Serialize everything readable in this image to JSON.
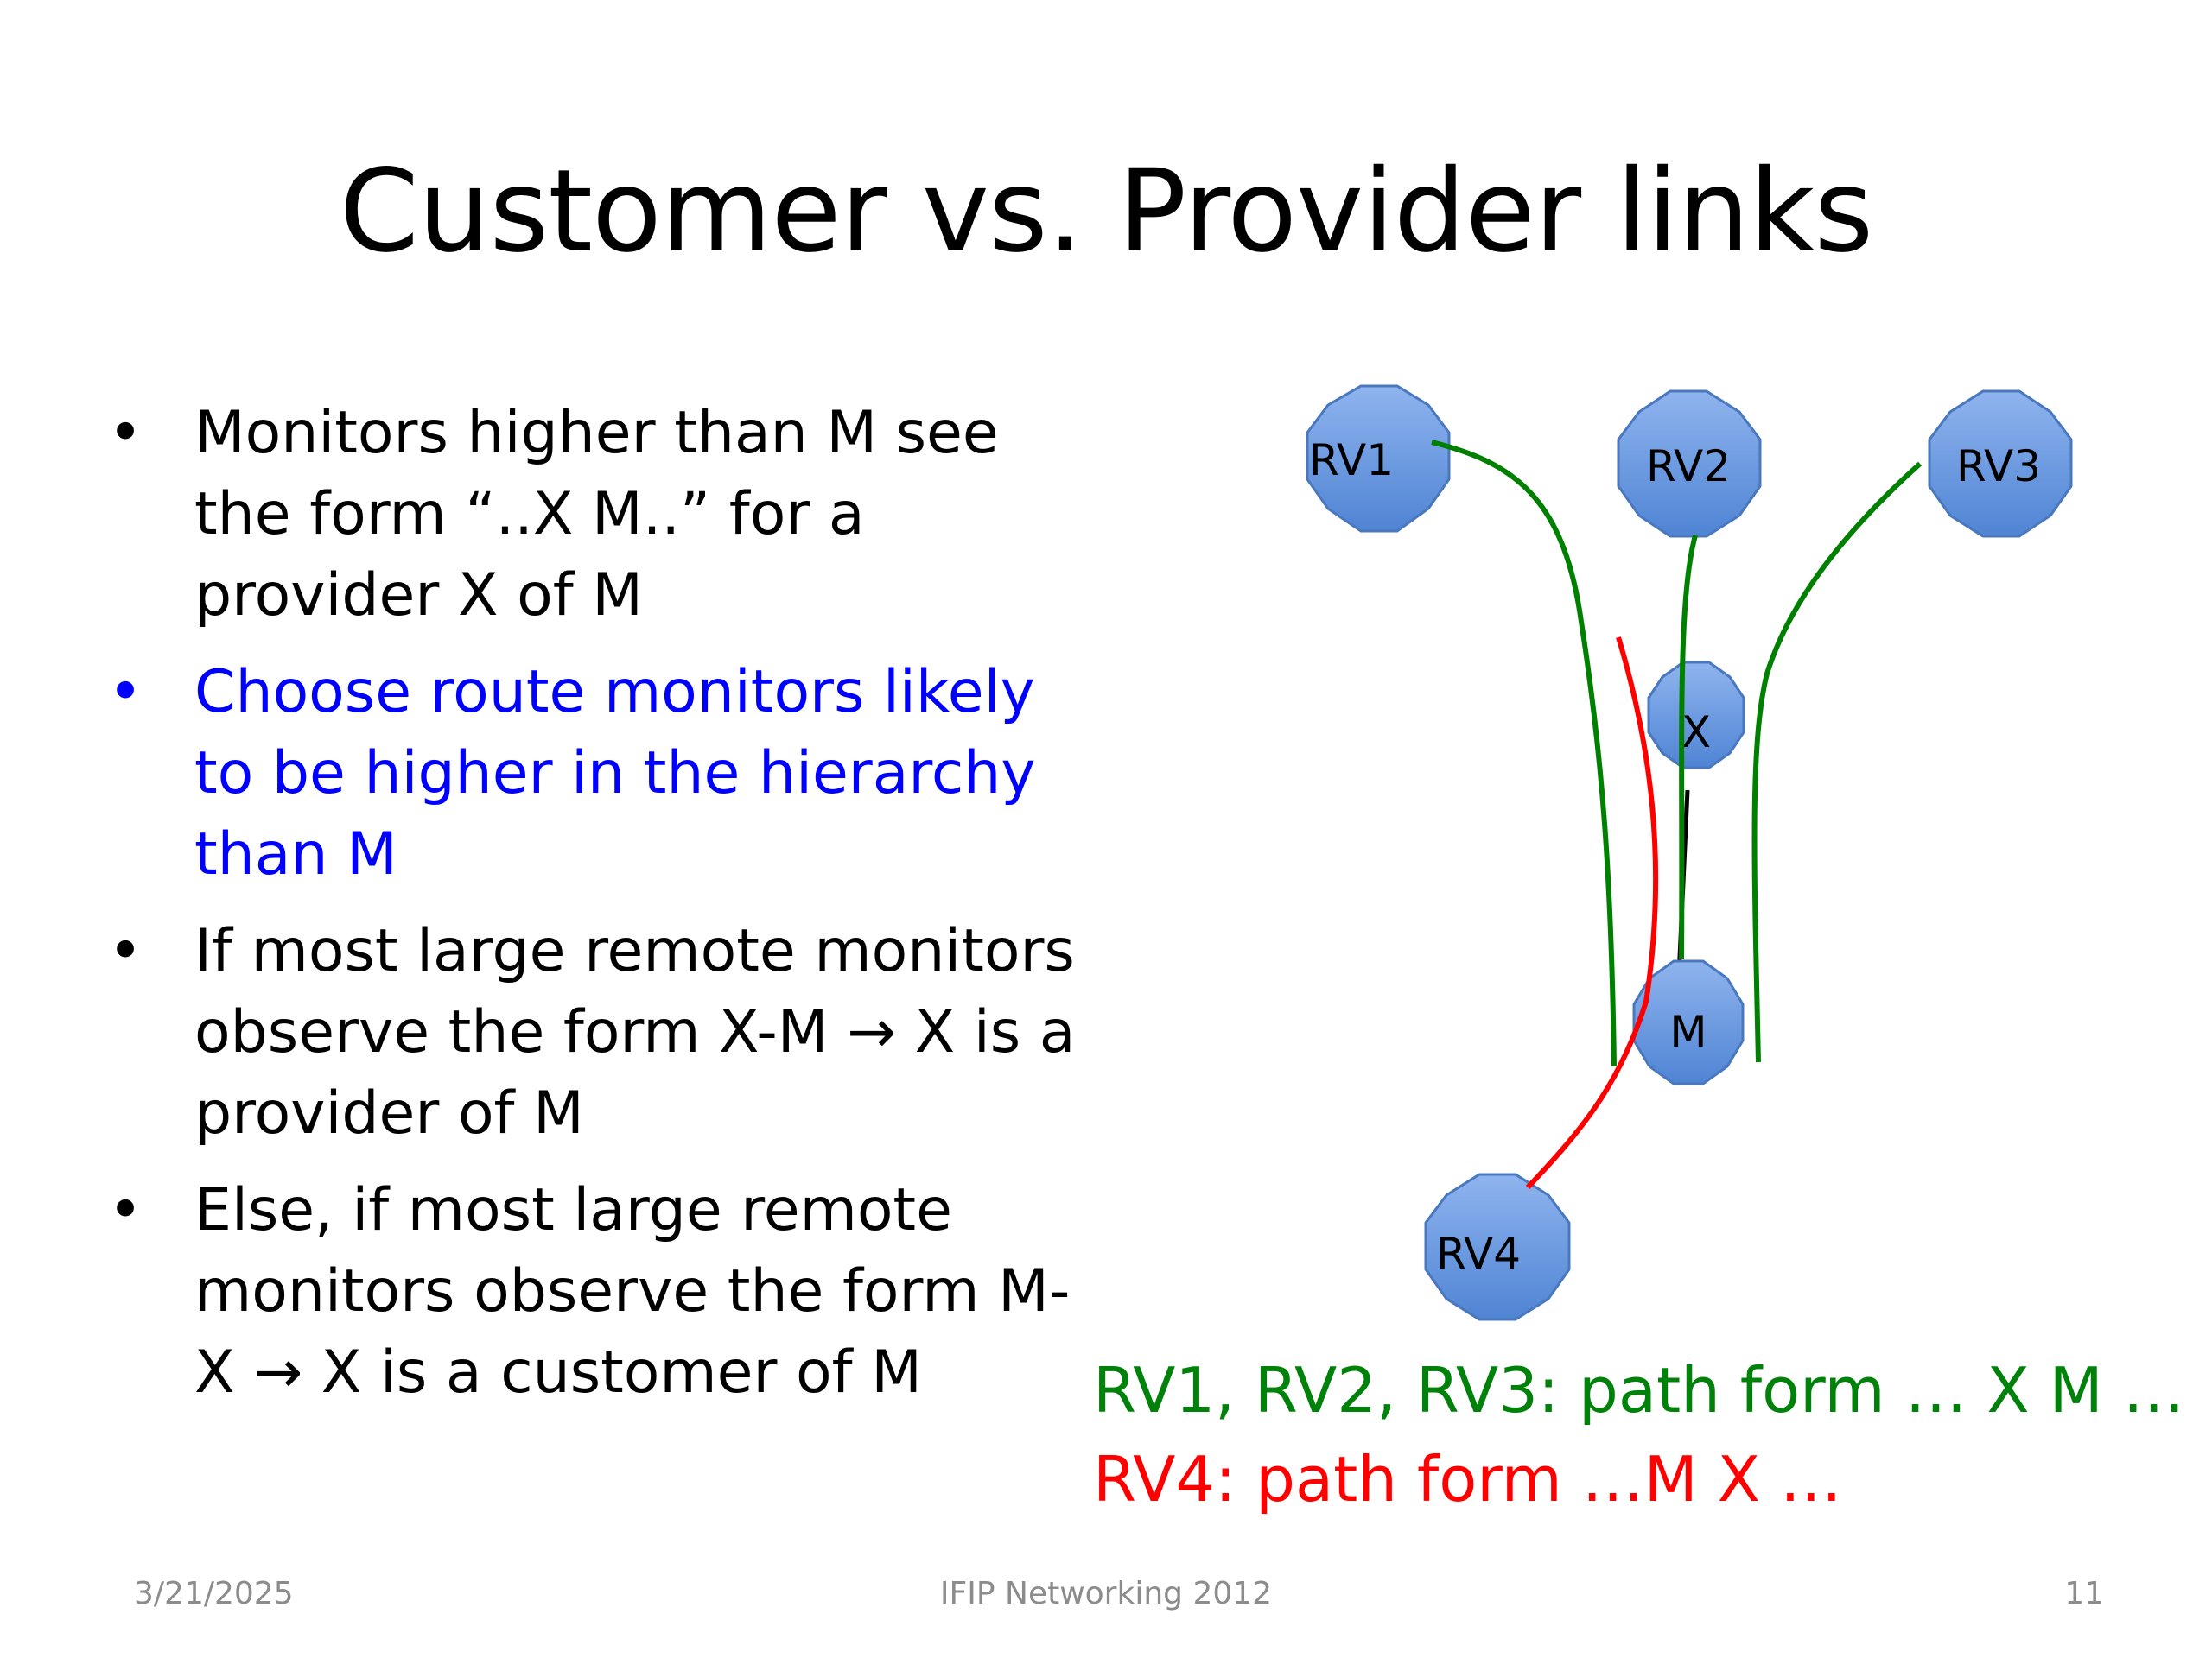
{
  "slide": {
    "title": "Customer vs. Provider links",
    "bullets": [
      {
        "text": "Monitors higher than M see the form “..X M..” for a provider X of M",
        "color": "#000000"
      },
      {
        "text": "Choose route monitors likely to be higher in the hierarchy than M",
        "color": "#0000ff"
      },
      {
        "text": "If most large remote monitors observe the form X-M → X is a provider of M",
        "color": "#000000"
      },
      {
        "text": "Else, if most large remote monitors observe the form M-X → X is a customer of M",
        "color": "#000000"
      }
    ],
    "bullet_symbol": "•"
  },
  "diagram": {
    "nodes": [
      {
        "id": "RV1",
        "label": "RV1"
      },
      {
        "id": "RV2",
        "label": "RV2"
      },
      {
        "id": "RV3",
        "label": "RV3"
      },
      {
        "id": "X",
        "label": "X"
      },
      {
        "id": "M",
        "label": "M"
      },
      {
        "id": "RV4",
        "label": "RV4"
      }
    ],
    "node_color": "#5b8fd9",
    "path_colors": {
      "provider_paths": "#008000",
      "customer_path": "#ff0000",
      "link": "#000000"
    },
    "captions": {
      "green": "RV1, RV2, RV3: path form … X M …",
      "red": "RV4: path form …M X …"
    }
  },
  "footer": {
    "date": "3/21/2025",
    "center": "IFIP Networking 2012",
    "page": "11"
  }
}
